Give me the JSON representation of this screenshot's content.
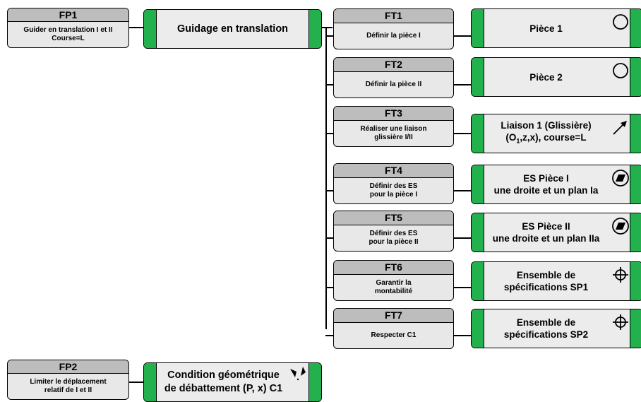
{
  "fp1": {
    "id": "FP1",
    "text": "Guider en translation I et II\nCourse=L"
  },
  "fp2": {
    "id": "FP2",
    "text": "Limiter le déplacement\nrelatif de I et II"
  },
  "main_solution": "Guidage en translation",
  "fp2_solution": "Condition géométrique\nde débattement (P, x) C1",
  "fp2_icon": "angularity-icon",
  "ft": [
    {
      "id": "FT1",
      "text": "Définir la pièce I"
    },
    {
      "id": "FT2",
      "text": "Définir la pièce II"
    },
    {
      "id": "FT3",
      "text": "Réaliser une liaison\nglissière I/II"
    },
    {
      "id": "FT4",
      "text": "Définir des ES\npour la pièce I"
    },
    {
      "id": "FT5",
      "text": "Définir des ES\npour la pièce II"
    },
    {
      "id": "FT6",
      "text": "Garantir la\nmontabilité"
    },
    {
      "id": "FT7",
      "text": "Respecter C1"
    }
  ],
  "solutions": [
    {
      "text": "Pièce 1",
      "icon": "circle-icon"
    },
    {
      "text": "Pièce 2",
      "icon": "circle-icon"
    },
    {
      "line1": "Liaison 1 (Glissière)",
      "line2_pre": "(O",
      "line2_sub": "1",
      "line2_post": ",z,x), course=L",
      "icon": "arrow-icon"
    },
    {
      "text": "ES Pièce I\nune droite et un plan Ia",
      "icon": "flatness-icon"
    },
    {
      "text": "ES Pièce II\nune droite et un plan IIa",
      "icon": "flatness-icon"
    },
    {
      "text": "Ensemble de\nspécifications SP1",
      "icon": "position-icon"
    },
    {
      "text": "Ensemble de\nspécifications SP2",
      "icon": "position-icon"
    }
  ]
}
